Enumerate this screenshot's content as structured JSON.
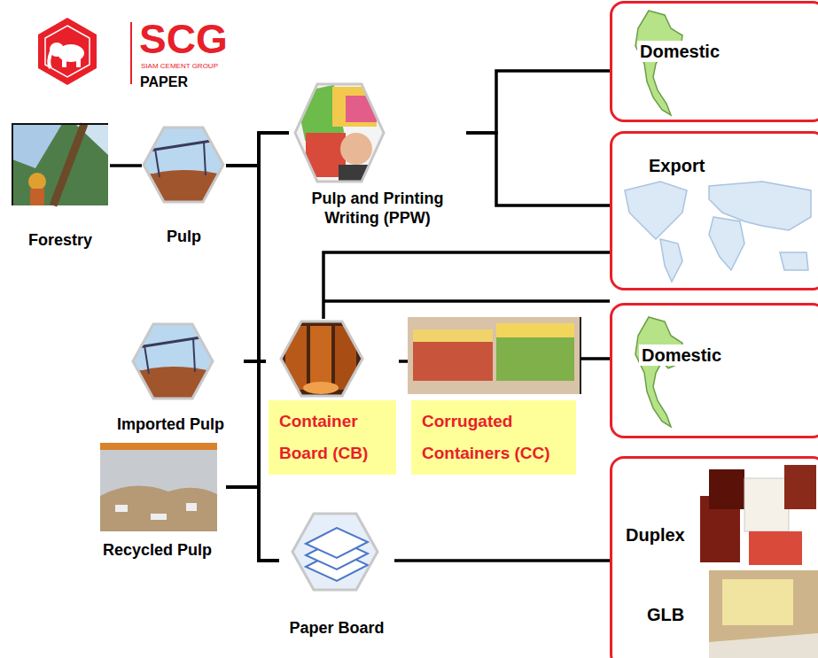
{
  "diagram": {
    "nodes": [
      {
        "text": [
          "Forestry"
        ]
      },
      {
        "text": [
          "Pulp"
        ]
      },
      {
        "text": [
          "Pulp and Printing Writing (PPW)"
        ]
      },
      {
        "text": [
          "Domestic"
        ]
      },
      {
        "text": [
          "Export"
        ]
      },
      {
        "text": [
          "Imported Pulp"
        ]
      },
      {
        "text": [
          "Container Board (CB)"
        ]
      },
      {
        "text": [
          "Corrugated Containers (CC)"
        ]
      },
      {
        "text": [
          "Domestic"
        ]
      },
      {
        "text": [
          "Recycled Pulp"
        ]
      },
      {
        "text": [
          "Paper Board"
        ]
      },
      {
        "text": [
          "Duplex",
          "GLB"
        ]
      }
    ],
    "edges": [
      {
        "from": 0,
        "to": 1,
        "arrow": "none"
      },
      {
        "from": 1,
        "to": 2,
        "arrow": "none"
      },
      {
        "from": 1,
        "to": 6,
        "arrow": "none"
      },
      {
        "from": 1,
        "to": 10,
        "arrow": "none"
      },
      {
        "from": 5,
        "to": 2,
        "arrow": "none"
      },
      {
        "from": 5,
        "to": 6,
        "arrow": "none"
      },
      {
        "from": 5,
        "to": 10,
        "arrow": "none"
      },
      {
        "from": 9,
        "to": 2,
        "arrow": "none"
      },
      {
        "from": 9,
        "to": 6,
        "arrow": "none"
      },
      {
        "from": 9,
        "to": 10,
        "arrow": "none"
      },
      {
        "from": 2,
        "to": 3,
        "arrow": "none"
      },
      {
        "from": 2,
        "to": 4,
        "arrow": "none"
      },
      {
        "from": 6,
        "to": 4,
        "arrow": "none"
      },
      {
        "from": 6,
        "to": 7,
        "arrow": "none"
      },
      {
        "from": 7,
        "to": 8,
        "arrow": "none"
      },
      {
        "from": 10,
        "to": 11,
        "arrow": "none"
      }
    ],
    "labels": [
      "SCG",
      "SIAM CEMENT GROUP",
      "PAPER"
    ]
  }
}
